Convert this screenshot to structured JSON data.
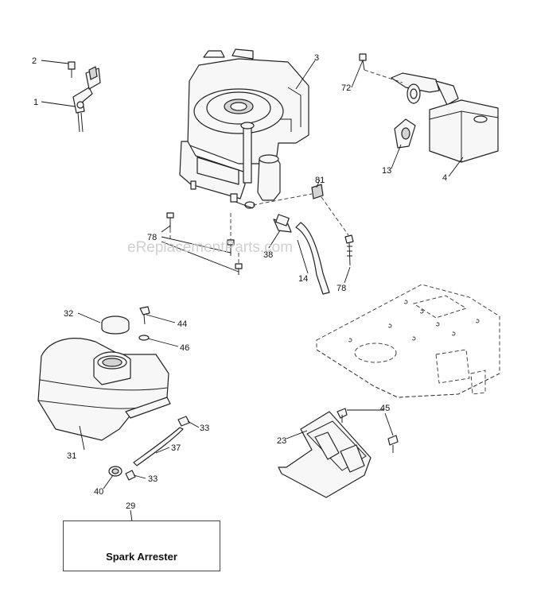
{
  "watermark": "eReplacementParts.com",
  "callouts": {
    "c1": "1",
    "c2": "2",
    "c3": "3",
    "c72": "72",
    "c13": "13",
    "c4": "4",
    "c81": "81",
    "c78a": "78",
    "c38": "38",
    "c14": "14",
    "c78b": "78",
    "c32": "32",
    "c44": "44",
    "c46": "46",
    "c33a": "33",
    "c31": "31",
    "c37": "37",
    "c40": "40",
    "c33b": "33",
    "c45": "45",
    "c23": "23",
    "c29": "29"
  },
  "spark_arrester": {
    "label": "Spark Arrester"
  }
}
